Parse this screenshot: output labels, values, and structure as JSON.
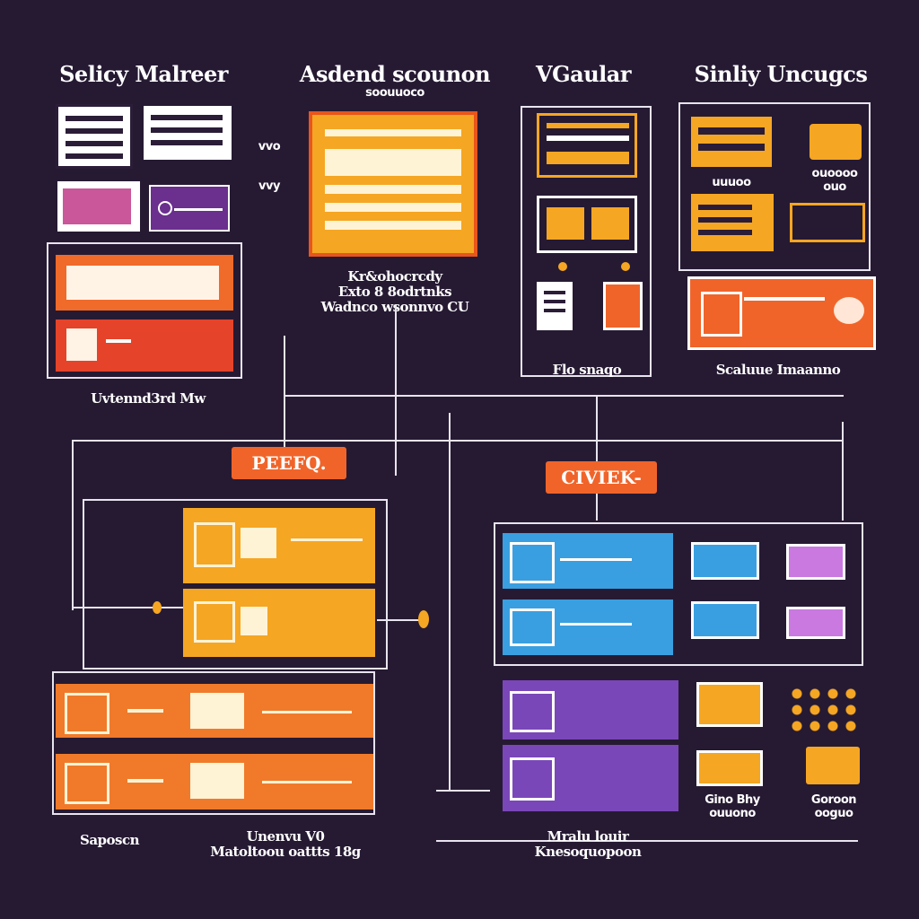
{
  "colors": {
    "background": "#261a33",
    "orange": "#f0642a",
    "amber": "#f5a623",
    "red": "#e8402a",
    "blue": "#3a9fe0",
    "purple": "#7a47b8",
    "white": "#ffffff"
  },
  "header_titles": {
    "col1": "Selicy Malreer",
    "col2": "Asdend scounon",
    "col2_sub": "soouuoco",
    "col3": "VGaular",
    "col4": "Sinliy Uncugcs"
  },
  "side_labels": {
    "top": "vvo",
    "bottom": "vvy"
  },
  "captions": {
    "col1_bottom": "Uvtennd3rd Mw",
    "col2_mid": "Kr&ohocrcdy\nExto 8 8odrtnks\nWadnco wsonnvo CU",
    "col3_bottom": "Flo snaqo",
    "col4_mid": "uuuoo",
    "col4_mid_right": "ouoooo\nouo",
    "col4_bottom": "Scaluue Imaanno"
  },
  "pills": {
    "left": "PEEFQ.",
    "right": "CIVIEK-"
  },
  "bottom_captions": {
    "left": "Saposcn",
    "mid_left": "Unenvu V0\nMatoltoou oattts 18g",
    "mid_right": "Mralu louir\nKnesoquopoon",
    "right_a": "Gino Bhy\nouuono",
    "right_b": "Goroon\nooguo"
  }
}
